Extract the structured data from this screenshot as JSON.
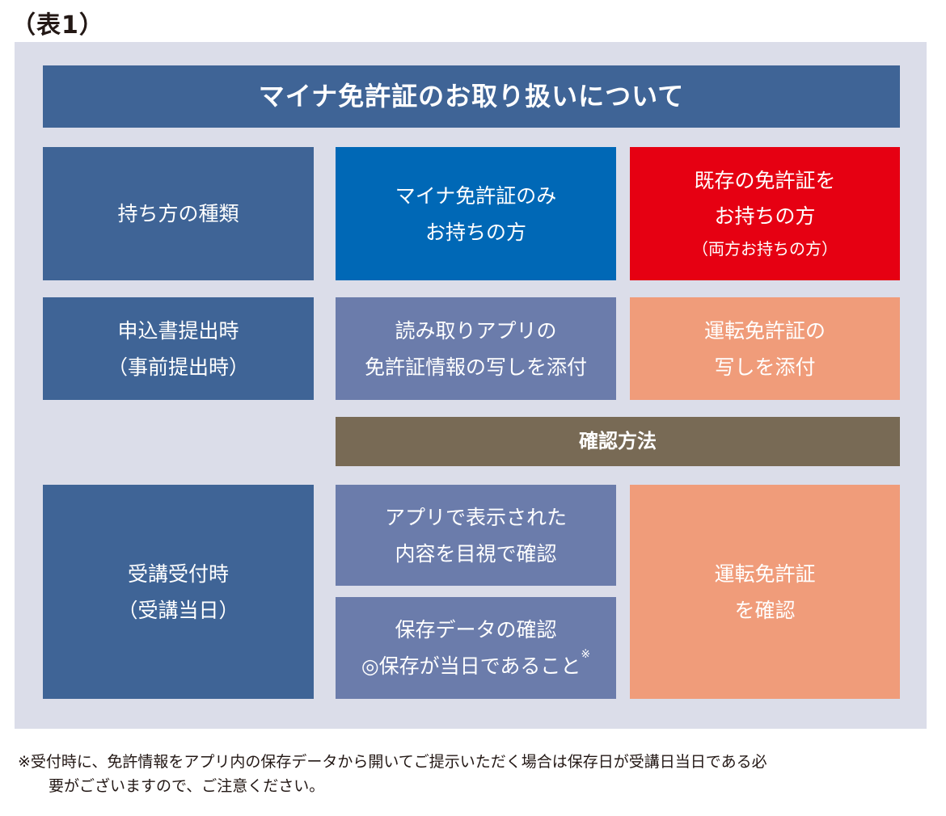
{
  "caption": "（表1）",
  "table": {
    "title": "マイナ免許証のお取り扱いについて",
    "row_headers": {
      "holding_type": "持ち方の種類",
      "submission": [
        "申込書提出時",
        "（事前提出時）"
      ],
      "reception": [
        "受講受付時",
        "（受講当日）"
      ]
    },
    "columns": {
      "mynumber_only": [
        "マイナ免許証のみ",
        "お持ちの方"
      ],
      "existing": [
        "既存の免許証を",
        "お持ちの方",
        "（両方お持ちの方）"
      ]
    },
    "submission_cells": {
      "mynumber_only": [
        "読み取りアプリの",
        "免許証情報の写しを添付"
      ],
      "existing": [
        "運転免許証の",
        "写しを添付"
      ]
    },
    "confirmation_header": "確認方法",
    "reception_cells": {
      "mynumber_app": [
        "アプリで表示された",
        "内容を目視で確認"
      ],
      "mynumber_saved": [
        "保存データの確認",
        "◎保存が当日であること"
      ],
      "mynumber_saved_note_mark": "※",
      "existing": [
        "運転免許証",
        "を確認"
      ]
    },
    "colors": {
      "panel_bg": "#dbdde9",
      "dark_blue": "#3f6496",
      "blue": "#0068b6",
      "red": "#e60012",
      "lavender": "#6b7cab",
      "salmon": "#f09c7a",
      "brown": "#786a55"
    }
  },
  "footnote": {
    "line1": "※受付時に、免許情報をアプリ内の保存データから開いてご提示いただく場合は保存日が受講日当日である必",
    "line2": "要がございますので、ご注意ください。"
  }
}
